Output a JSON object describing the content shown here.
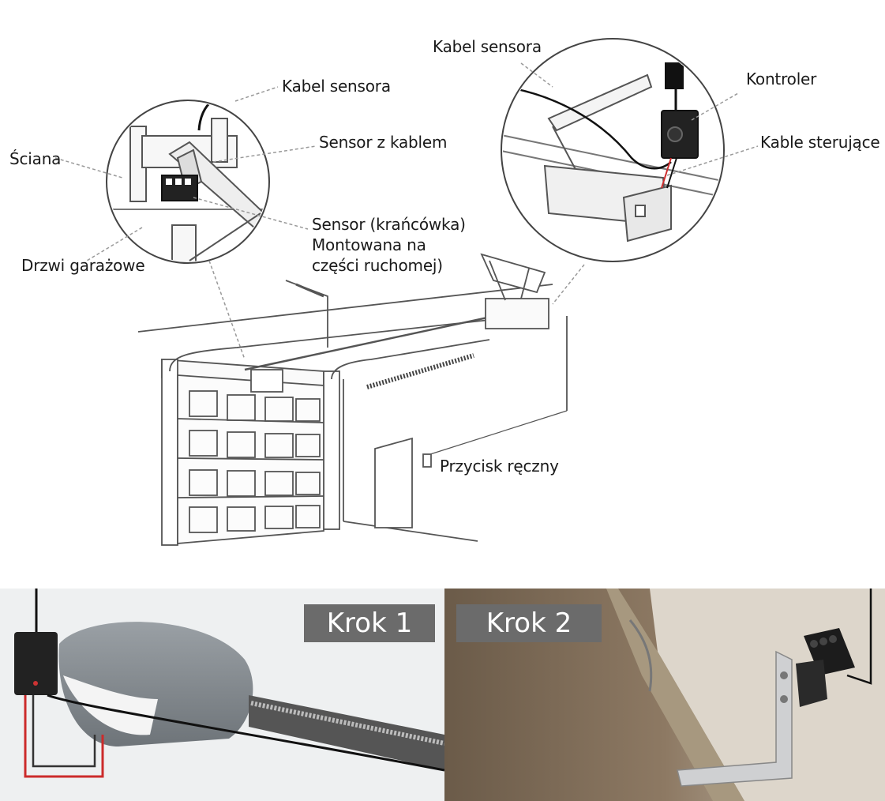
{
  "callouts": {
    "left_cable": "Kabel sensora",
    "wall": "Ściana",
    "sensor_with_cable": "Sensor z kablem",
    "limit_sensor_lines": [
      "Sensor (krańcówka)",
      "Montowana na",
      "części ruchomej)"
    ],
    "garage_door": "Drzwi garażowe",
    "right_cable": "Kabel sensora",
    "controller": "Kontroler",
    "control_cables": "Kable sterujące",
    "manual_button": "Przycisk ręczny"
  },
  "steps": {
    "step1": "Krok 1",
    "step2": "Krok 2"
  },
  "colors": {
    "line": "#444444",
    "dashed": "#999999",
    "step_box": "#6b6b6b",
    "wire_red": "#cc2b2b",
    "panel1_bg": "#eef0f1",
    "panel2_bg": "#8a7660"
  }
}
